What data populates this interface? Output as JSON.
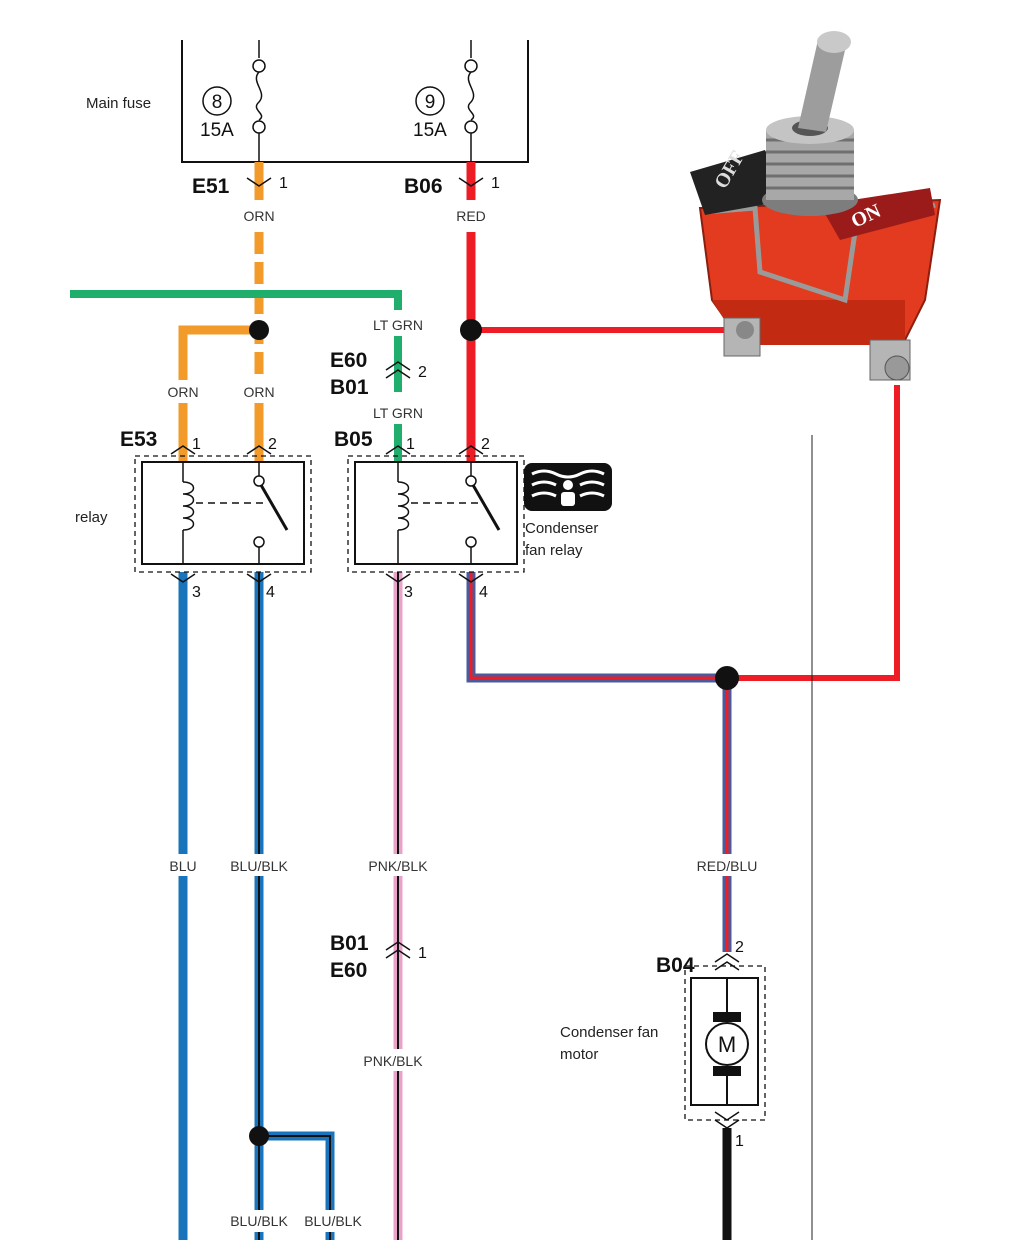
{
  "fuse_block": {
    "label": "Main fuse",
    "fuses": [
      {
        "number": "8",
        "rating": "15A"
      },
      {
        "number": "9",
        "rating": "15A"
      }
    ]
  },
  "connectors": {
    "e51": {
      "name": "E51",
      "pin": "1"
    },
    "b06": {
      "name": "B06",
      "pin": "1"
    },
    "e60_b01_top": {
      "name_a": "E60",
      "name_b": "B01",
      "pin": "2"
    },
    "e53": {
      "name": "E53",
      "pins": [
        "1",
        "2",
        "3",
        "4"
      ]
    },
    "b05": {
      "name": "B05",
      "pins": [
        "1",
        "2",
        "3",
        "4"
      ]
    },
    "b01_e60_bottom": {
      "name_a": "B01",
      "name_b": "E60",
      "pin": "1"
    },
    "b04": {
      "name": "B04",
      "pin_top": "2",
      "pin_bottom": "1"
    }
  },
  "wire_labels": {
    "orn_fuse": "ORN",
    "red_fuse": "RED",
    "ltgrn_top": "LT GRN",
    "ltgrn_bottom": "LT GRN",
    "orn_left": "ORN",
    "orn_right": "ORN",
    "blu": "BLU",
    "blu_blk": "BLU/BLK",
    "pnk_blk_1": "PNK/BLK",
    "pnk_blk_2": "PNK/BLK",
    "red_blu": "RED/BLU",
    "blu_blk_b1": "BLU/BLK",
    "blu_blk_b2": "BLU/BLK"
  },
  "components": {
    "relay_label": "relay",
    "condenser_relay": [
      "Condenser",
      "fan relay"
    ],
    "motor_label": [
      "Condenser fan",
      "motor"
    ],
    "motor_symbol": "M"
  },
  "toggle_switch": {
    "off_label": "OFF",
    "on_label": "ON"
  },
  "icons": {
    "condenser_fan_icon": "fan-airflow-icon"
  },
  "colors": {
    "orange_wire": "#f29b2a",
    "red_wire": "#ee1c24",
    "green_wire": "#1fae6b",
    "blue_wire": "#1a74bb",
    "pink_wire": "#e9a3c9",
    "black_wire": "#111111"
  }
}
